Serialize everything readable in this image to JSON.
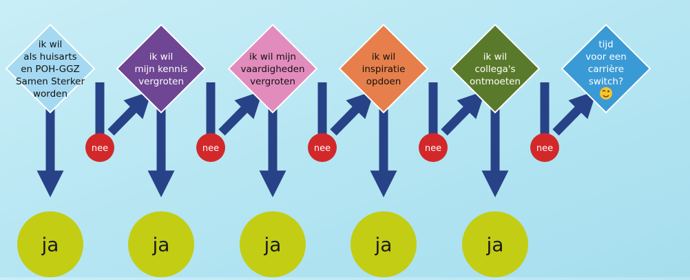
{
  "colors": {
    "arrow": "#284287",
    "nee_circle": "#d3282a",
    "ja_circle": "#c3cd14",
    "background": "#b4e5f2"
  },
  "nee_label": "nee",
  "ja_label": "ja",
  "emoji": "😉",
  "steps": [
    {
      "lines": [
        "ik wil",
        "als huisarts",
        "en POH-GGZ",
        "Samen Sterker",
        "worden"
      ],
      "color": "#a5d9f1",
      "text_color": "#111111",
      "ja": true,
      "nee": true
    },
    {
      "lines": [
        "ik wil",
        "mijn kennis",
        "vergroten"
      ],
      "color": "#6e4693",
      "text_color": "#ffffff",
      "ja": true,
      "nee": true
    },
    {
      "lines": [
        "ik wil mijn",
        "vaardigheden",
        "vergroten"
      ],
      "color": "#e28cbd",
      "text_color": "#111111",
      "ja": true,
      "nee": true
    },
    {
      "lines": [
        "ik wil",
        "inspiratie",
        "opdoen"
      ],
      "color": "#e67f4b",
      "text_color": "#111111",
      "ja": true,
      "nee": true
    },
    {
      "lines": [
        "ik wil",
        "collega's",
        "ontmoeten"
      ],
      "color": "#5a7a2b",
      "text_color": "#ffffff",
      "ja": true,
      "nee": true
    },
    {
      "lines": [
        "tijd",
        "voor een",
        "carrière",
        "switch?"
      ],
      "color": "#3a9ad6",
      "text_color": "#ffffff",
      "ja": false,
      "nee": false,
      "emoji": true
    }
  ]
}
